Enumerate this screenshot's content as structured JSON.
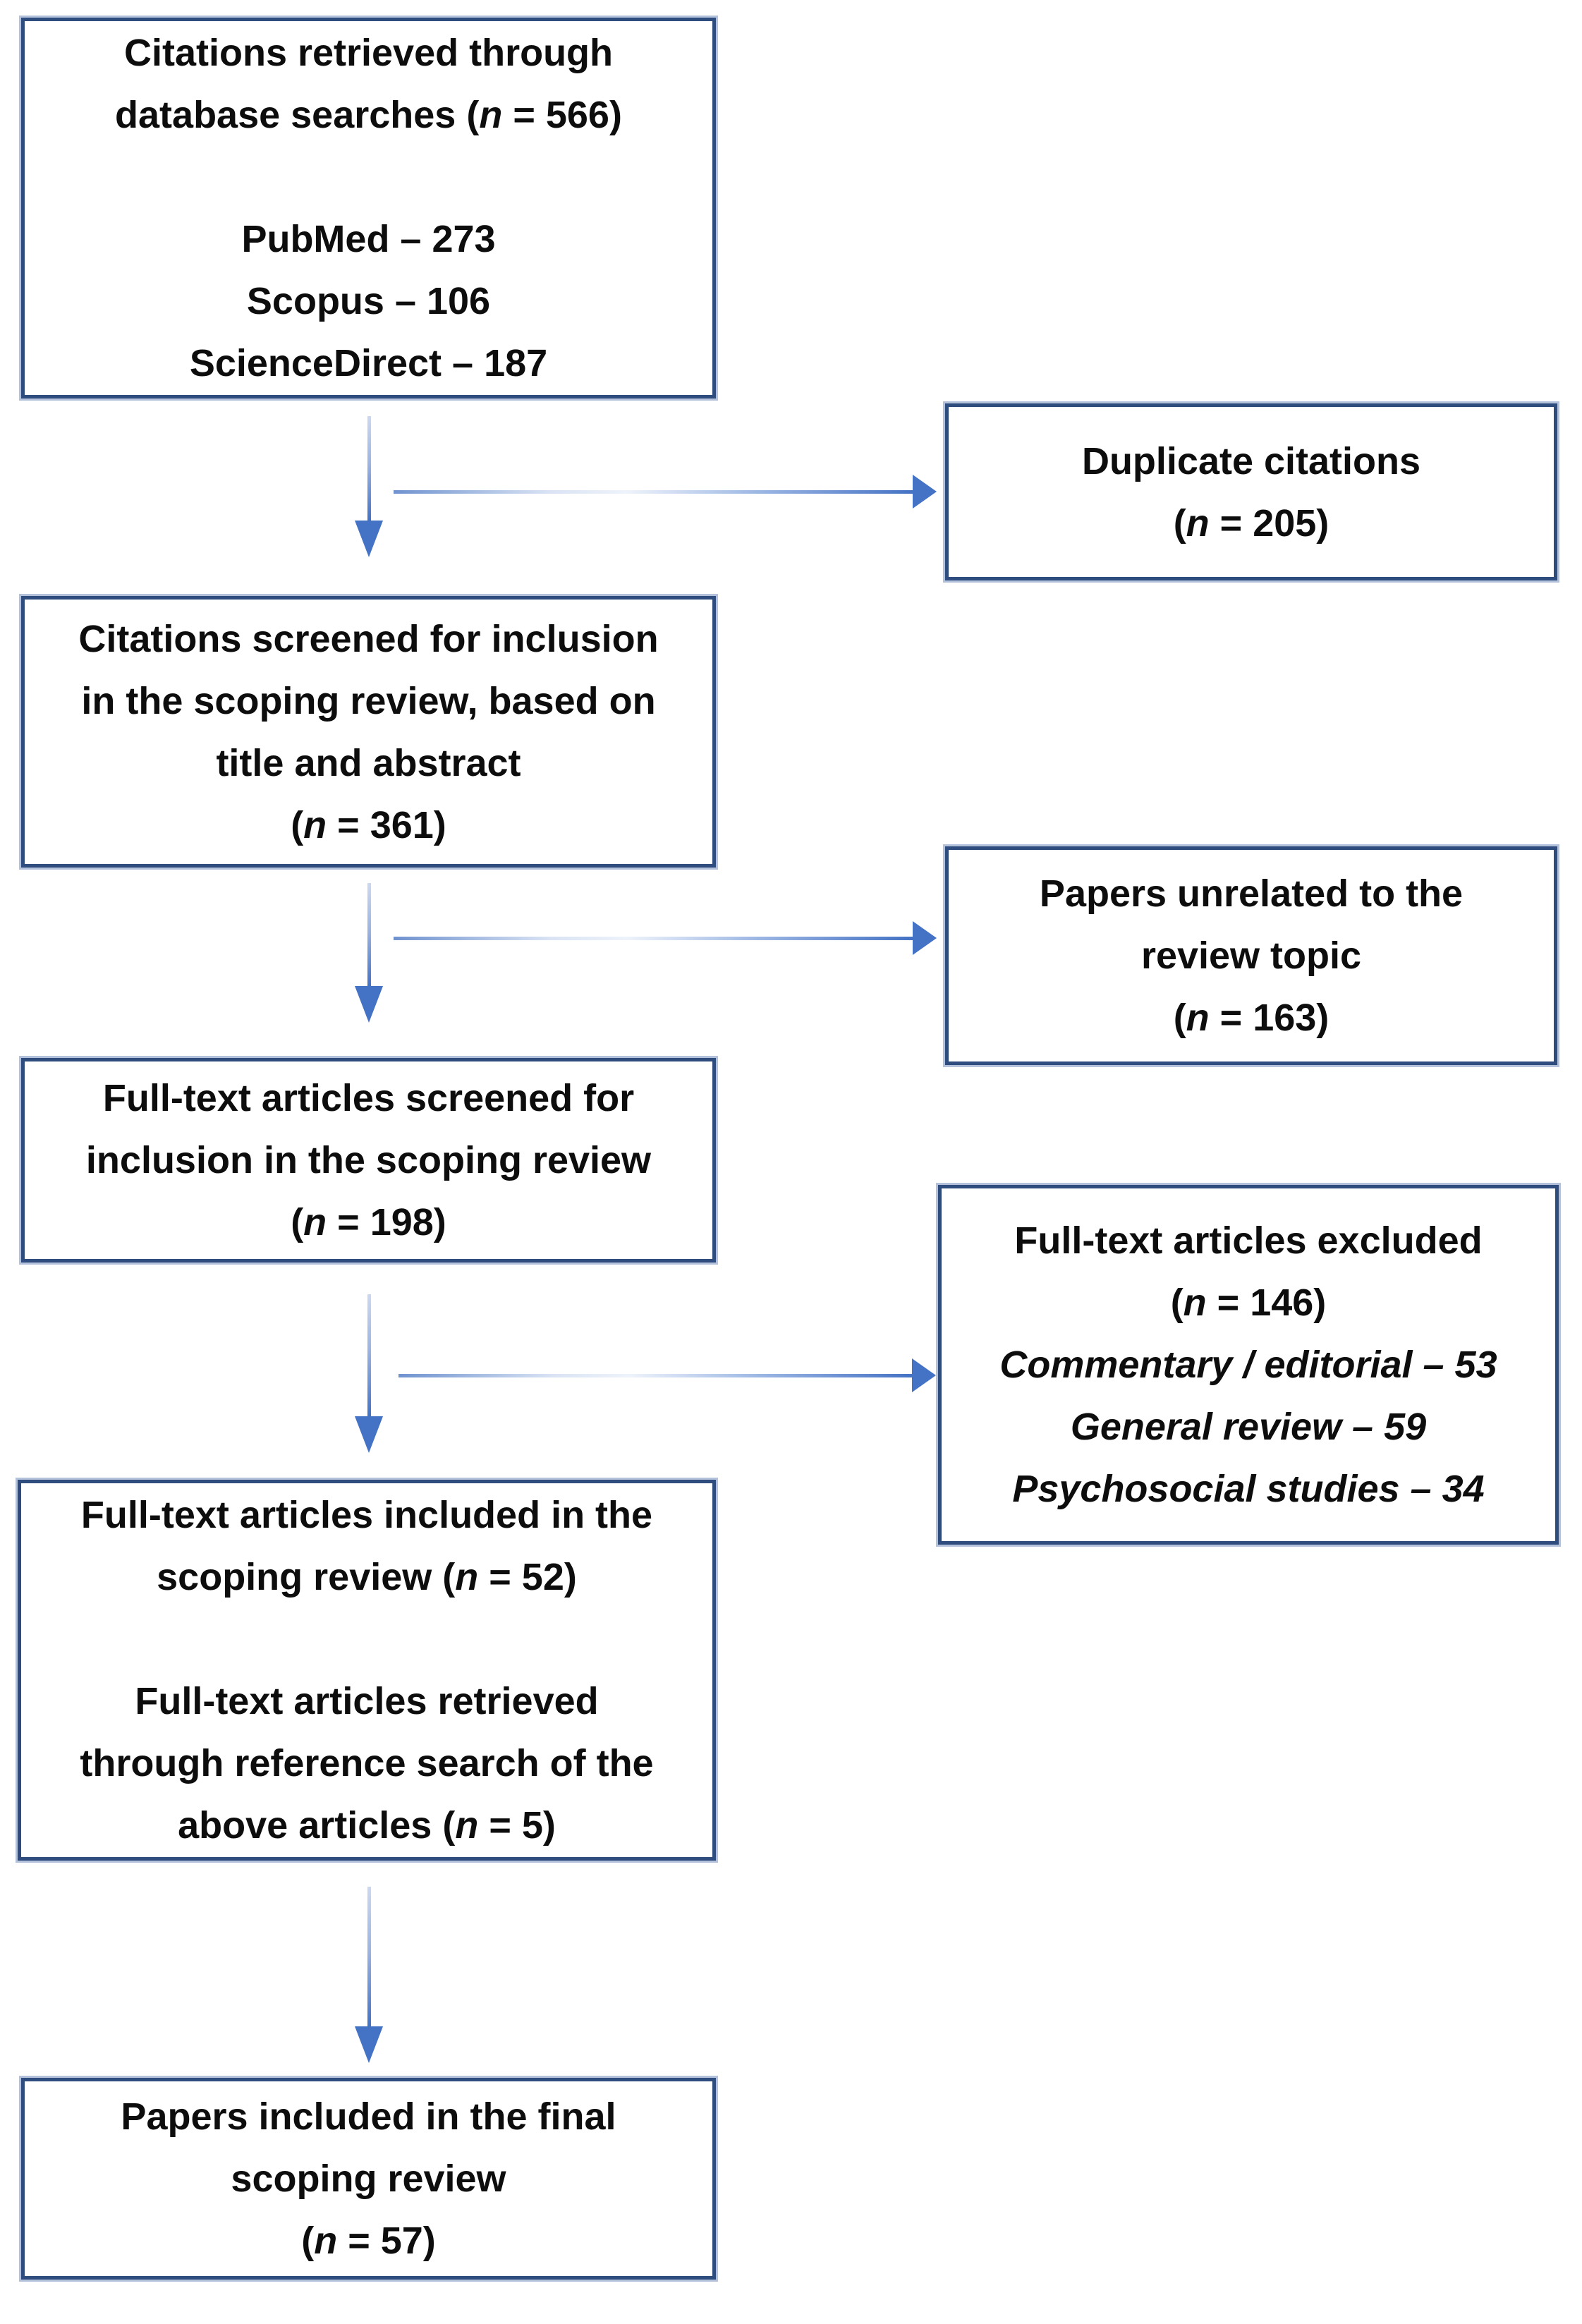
{
  "diagram": {
    "type": "flowchart",
    "subject": "scoping review citation screening flow",
    "colors": {
      "background": "#ffffff",
      "box_border": "#2e4d7e",
      "box_halo": "#b3c1db",
      "arrow_color": "#4472c4",
      "text_color": "#0d0d0d"
    },
    "boxes": [
      {
        "id": "citations-retrieved",
        "lines": [
          [
            {
              "t": "Citations retrieved through"
            }
          ],
          [
            {
              "t": "database searches ("
            },
            {
              "t": "n",
              "i": true
            },
            {
              "t": " = 566)"
            }
          ],
          [],
          [
            {
              "t": "PubMed – 273"
            }
          ],
          [
            {
              "t": "Scopus – 106"
            }
          ],
          [
            {
              "t": "ScienceDirect – 187"
            }
          ]
        ]
      },
      {
        "id": "duplicate-citations",
        "lines": [
          [
            {
              "t": "Duplicate citations"
            }
          ],
          [
            {
              "t": "("
            },
            {
              "t": "n",
              "i": true
            },
            {
              "t": " = 205)"
            }
          ]
        ]
      },
      {
        "id": "citations-screened",
        "lines": [
          [
            {
              "t": "Citations screened for inclusion"
            }
          ],
          [
            {
              "t": "in the scoping review, based on"
            }
          ],
          [
            {
              "t": "title and abstract"
            }
          ],
          [
            {
              "t": "("
            },
            {
              "t": "n",
              "i": true
            },
            {
              "t": " = 361)"
            }
          ]
        ]
      },
      {
        "id": "papers-unrelated",
        "lines": [
          [
            {
              "t": "Papers unrelated to the"
            }
          ],
          [
            {
              "t": "review topic"
            }
          ],
          [
            {
              "t": "("
            },
            {
              "t": "n",
              "i": true
            },
            {
              "t": " = 163)"
            }
          ]
        ]
      },
      {
        "id": "fulltext-screened",
        "lines": [
          [
            {
              "t": "Full-text articles screened for"
            }
          ],
          [
            {
              "t": "inclusion in the scoping review"
            }
          ],
          [
            {
              "t": "("
            },
            {
              "t": "n",
              "i": true
            },
            {
              "t": " = 198)"
            }
          ]
        ]
      },
      {
        "id": "fulltext-excluded",
        "lines": [
          [
            {
              "t": "Full-text articles excluded"
            }
          ],
          [
            {
              "t": "("
            },
            {
              "t": "n",
              "i": true
            },
            {
              "t": " = 146)"
            }
          ],
          [
            {
              "t": "Commentary / editorial – 53",
              "i": true
            }
          ],
          [
            {
              "t": "General review – 59",
              "i": true
            }
          ],
          [
            {
              "t": "Psychosocial studies – 34",
              "i": true
            }
          ]
        ]
      },
      {
        "id": "fulltext-included",
        "lines": [
          [
            {
              "t": "Full-text articles included in the"
            }
          ],
          [
            {
              "t": "scoping review ("
            },
            {
              "t": "n",
              "i": true
            },
            {
              "t": " = 52)"
            }
          ],
          [],
          [
            {
              "t": "Full-text articles retrieved"
            }
          ],
          [
            {
              "t": "through reference search of the"
            }
          ],
          [
            {
              "t": "above articles ("
            },
            {
              "t": "n",
              "i": true
            },
            {
              "t": " = 5)"
            }
          ]
        ]
      },
      {
        "id": "final-papers",
        "lines": [
          [
            {
              "t": "Papers included in the final"
            }
          ],
          [
            {
              "t": "scoping review"
            }
          ],
          [
            {
              "t": "("
            },
            {
              "t": "n",
              "i": true
            },
            {
              "t": " = 57)"
            }
          ]
        ]
      }
    ],
    "arrows": [
      {
        "from": "citations-retrieved",
        "to": "citations-screened",
        "direction": "down"
      },
      {
        "from": "citations-retrieved",
        "to": "duplicate-citations",
        "direction": "right"
      },
      {
        "from": "citations-screened",
        "to": "fulltext-screened",
        "direction": "down"
      },
      {
        "from": "citations-screened",
        "to": "papers-unrelated",
        "direction": "right"
      },
      {
        "from": "fulltext-screened",
        "to": "fulltext-included",
        "direction": "down"
      },
      {
        "from": "fulltext-screened",
        "to": "fulltext-excluded",
        "direction": "right"
      },
      {
        "from": "fulltext-included",
        "to": "final-papers",
        "direction": "down"
      }
    ]
  }
}
